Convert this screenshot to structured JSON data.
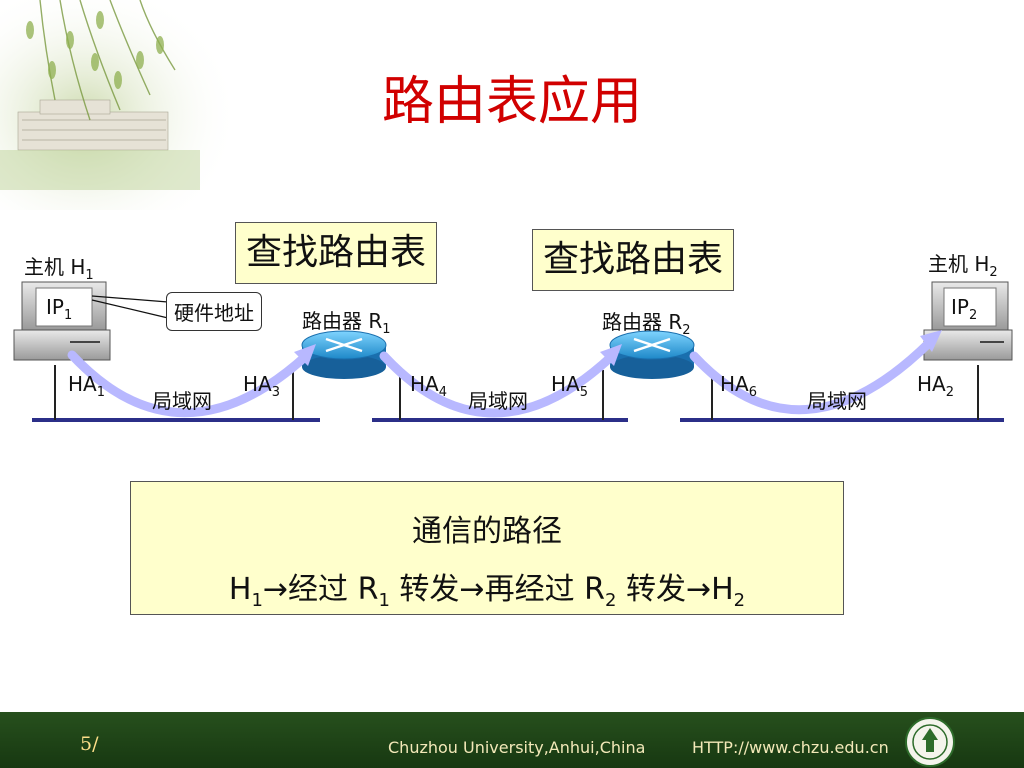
{
  "title": {
    "main": "路由表",
    "suffix": "应用"
  },
  "lookup_boxes": [
    "查找路由表",
    "查找路由表"
  ],
  "hosts": [
    {
      "label": "主机 H",
      "sub": "1",
      "ip": "IP",
      "ip_sub": "1"
    },
    {
      "label": "主机 H",
      "sub": "2",
      "ip": "IP",
      "ip_sub": "2"
    }
  ],
  "routers": [
    {
      "label": "路由器 R",
      "sub": "1"
    },
    {
      "label": "路由器 R",
      "sub": "2"
    }
  ],
  "hardware_addr_label": "硬件地址",
  "hardware_addresses": [
    {
      "text": "HA",
      "sub": "1"
    },
    {
      "text": "HA",
      "sub": "3"
    },
    {
      "text": "HA",
      "sub": "4"
    },
    {
      "text": "HA",
      "sub": "5"
    },
    {
      "text": "HA",
      "sub": "6"
    },
    {
      "text": "HA",
      "sub": "2"
    }
  ],
  "lan_label": "局域网",
  "path_box": {
    "heading": "通信的路径",
    "seg": [
      "H",
      "1",
      "→经过 R",
      "1",
      " 转发→再经过 R",
      "2",
      " 转发→H",
      "2"
    ]
  },
  "footer": {
    "page": "5/",
    "university": "Chuzhou University,Anhui,China",
    "url": "HTTP://www.chzu.edu.cn"
  },
  "colors": {
    "title": "#d10000",
    "box_fill": "#ffffcc",
    "network_line": "#2b2f88",
    "arrow": "#b8b8ff",
    "footer_bg": "#1e4416"
  }
}
